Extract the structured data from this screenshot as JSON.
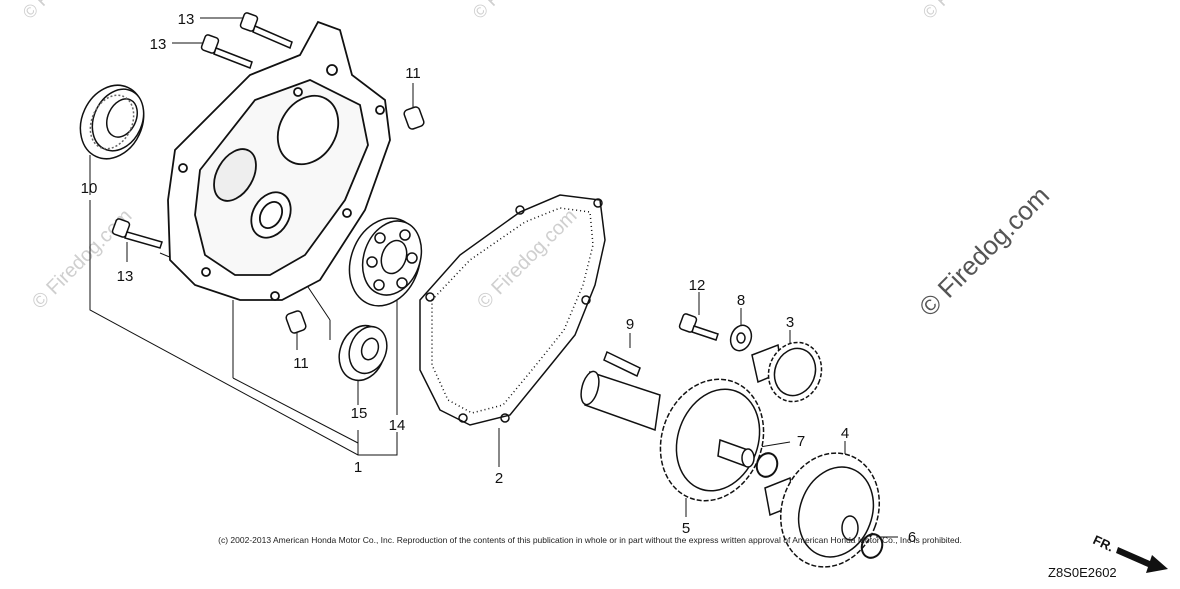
{
  "watermark": {
    "brand": "© Firedog.com"
  },
  "callouts": [
    {
      "id": "c13a",
      "label": "13"
    },
    {
      "id": "c13b",
      "label": "13"
    },
    {
      "id": "c13c",
      "label": "13"
    },
    {
      "id": "c11a",
      "label": "11"
    },
    {
      "id": "c11b",
      "label": "11"
    },
    {
      "id": "c10",
      "label": "10"
    },
    {
      "id": "c15",
      "label": "15"
    },
    {
      "id": "c14",
      "label": "14"
    },
    {
      "id": "c1",
      "label": "1"
    },
    {
      "id": "c2",
      "label": "2"
    },
    {
      "id": "c9",
      "label": "9"
    },
    {
      "id": "c12",
      "label": "12"
    },
    {
      "id": "c8",
      "label": "8"
    },
    {
      "id": "c3",
      "label": "3"
    },
    {
      "id": "c7",
      "label": "7"
    },
    {
      "id": "c4",
      "label": "4"
    },
    {
      "id": "c5",
      "label": "5"
    },
    {
      "id": "c6",
      "label": "6"
    }
  ],
  "footer": {
    "copyright": "(c) 2002-2013 American Honda Motor Co., Inc. Reproduction of the contents of this publication in whole or in part without the express written approval of American Honda Motor Co., Inc is prohibited.",
    "diagram_code": "Z8S0E2602",
    "direction_label": "FR."
  }
}
